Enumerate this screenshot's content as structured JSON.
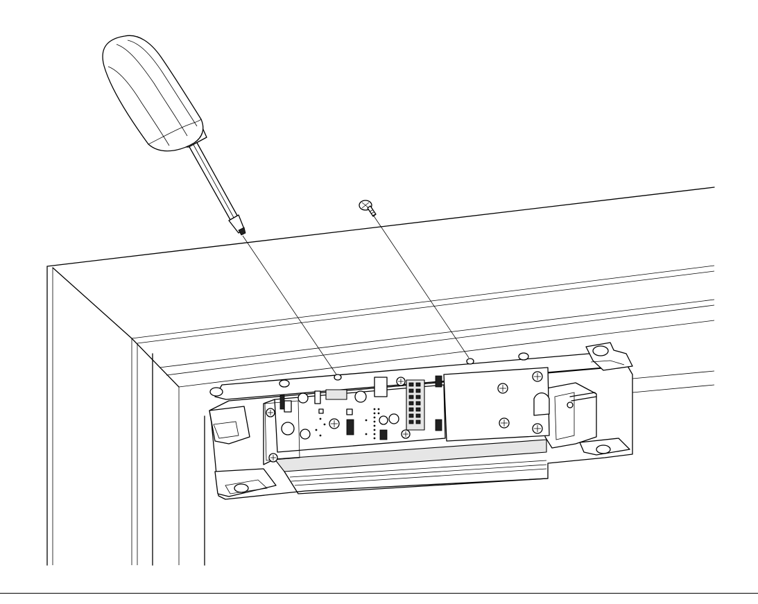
{
  "figure": {
    "parts": [
      "screwdriver-icon",
      "screw-icon",
      "door-frame",
      "mounting-plate",
      "control-board"
    ],
    "colors": {
      "line": "#000000",
      "background": "#ffffff",
      "shade": "#e6e6e6",
      "component": "#222222"
    }
  }
}
